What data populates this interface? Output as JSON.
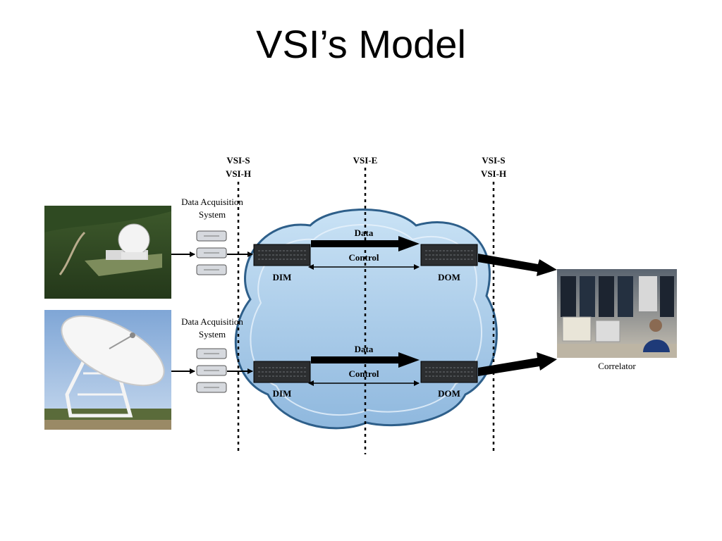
{
  "slide": {
    "title": "VSI’s Model"
  },
  "interfaces": {
    "left": [
      "VSI-S",
      "VSI-H"
    ],
    "middle": [
      "VSI-E"
    ],
    "right": [
      "VSI-S",
      "VSI-H"
    ]
  },
  "stations": [
    {
      "daq_label": [
        "Data Acquisition",
        "System"
      ],
      "input_module": "DIM",
      "output_module": "DOM",
      "data_label": "Data",
      "control_label": "Control"
    },
    {
      "daq_label": [
        "Data Acquisition",
        "System"
      ],
      "input_module": "DIM",
      "output_module": "DOM",
      "data_label": "Data",
      "control_label": "Control"
    }
  ],
  "correlator": {
    "label": "Correlator"
  }
}
